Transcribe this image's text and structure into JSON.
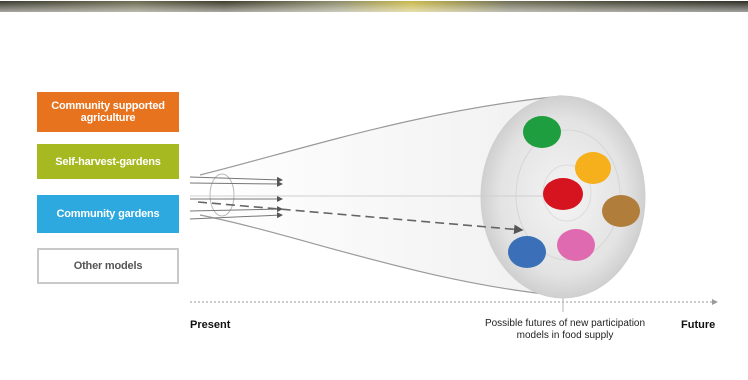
{
  "legend": {
    "items": [
      {
        "label": "Community supported agriculture",
        "color": "#E8731F"
      },
      {
        "label": "Self-harvest-gardens",
        "color": "#A6B920"
      },
      {
        "label": "Community gardens",
        "color": "#2EA9DF"
      },
      {
        "label": "Other models",
        "color": "#FFFFFF"
      }
    ]
  },
  "axis": {
    "start_label": "Present",
    "middle_label": "Possible futures of new participation models in food supply",
    "end_label": "Future"
  },
  "futures": {
    "dot_colors": [
      "#1E9E3E",
      "#F5B01C",
      "#D6141F",
      "#B07E3A",
      "#3B70B8",
      "#E06AB0"
    ]
  }
}
